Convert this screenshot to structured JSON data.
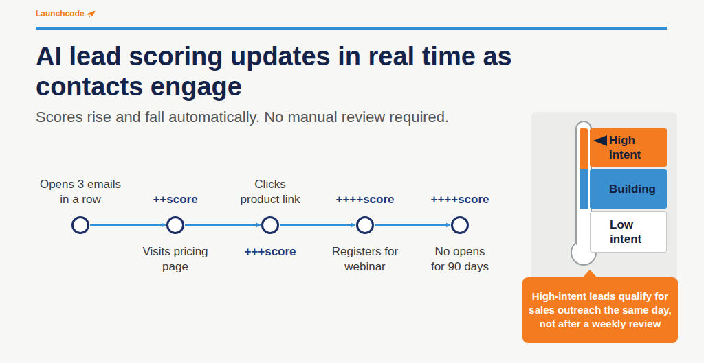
{
  "diagram": {
    "title": "AI lead scoring updates in real time as contacts engage",
    "caption": "Scores rise and fall automatically. No manual review required.",
    "nodes": [
      {
        "text": [
          "Opens 3 emails in a row"
        ]
      },
      {
        "text": [
          "Visits pricing page",
          "++score"
        ]
      },
      {
        "text": [
          "Clicks product link",
          "+++score"
        ]
      },
      {
        "text": [
          "Registers for webinar",
          "++++score"
        ]
      },
      {
        "text": [
          "No opens for 90 days",
          "++++score"
        ]
      },
      {
        "text": [
          "High intent"
        ]
      },
      {
        "text": [
          "Building"
        ]
      },
      {
        "text": [
          "Low intent"
        ]
      },
      {
        "text": [
          "High-intent leads qualify for sales outreach the same day, not after a weekly review"
        ]
      }
    ],
    "edges": [
      {
        "from": 0,
        "to": 1,
        "arrow": "to"
      },
      {
        "from": 1,
        "to": 2,
        "arrow": "to"
      },
      {
        "from": 2,
        "to": 3,
        "arrow": "to"
      },
      {
        "from": 3,
        "to": 4,
        "arrow": "to"
      }
    ],
    "labels": [
      "Launchcode"
    ]
  }
}
